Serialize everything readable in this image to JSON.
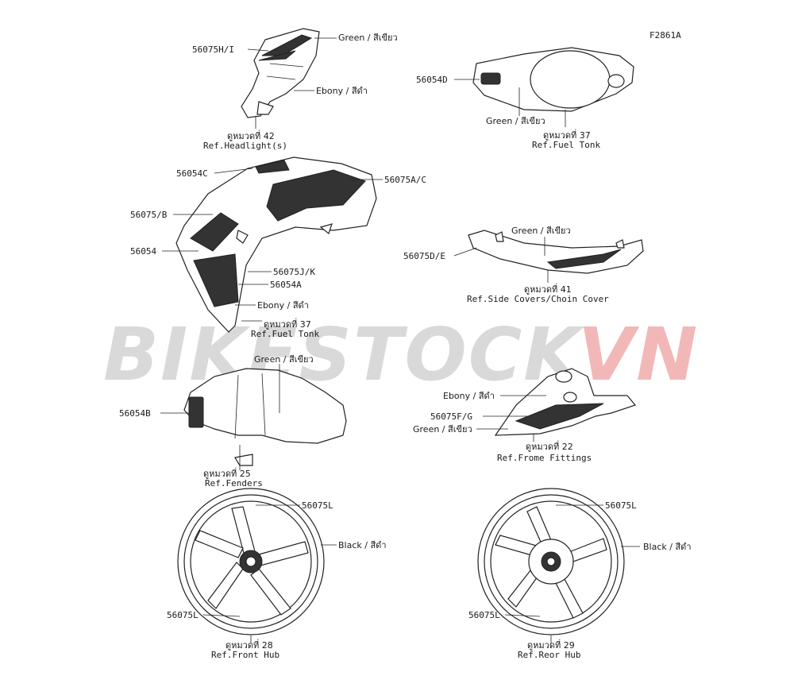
{
  "figure_code": "F2861A",
  "watermark": {
    "part1": "BIKESTOCK",
    "part2": "VN",
    "color1": "#d9d9d9",
    "color2": "#f2b8b8"
  },
  "groups": [
    {
      "id": "headlight",
      "parts": [
        "56075H/I"
      ],
      "colors": [
        "Green / สีเขียว",
        "Ebony / สีดำ"
      ],
      "ref_th": "ดูหมวดที่ 42",
      "ref_en": "Ref.Headlight(s)"
    },
    {
      "id": "fuel-tank-top",
      "parts": [
        "56054D"
      ],
      "colors": [
        "Green / สีเขียว"
      ],
      "ref_th": "ดูหมวดที่ 37",
      "ref_en": "Ref.Fuel Tonk"
    },
    {
      "id": "fuel-tank-side",
      "parts": [
        "56054C",
        "56075A/C",
        "56075/B",
        "56054",
        "56075J/K",
        "56054A"
      ],
      "colors": [
        "Ebony / สีดำ"
      ],
      "ref_th": "ดูหมวดที่ 37",
      "ref_en": "Ref.Fuel Tonk"
    },
    {
      "id": "side-covers",
      "parts": [
        "56075D/E"
      ],
      "colors": [
        "Green / สีเขียว"
      ],
      "ref_th": "ดูหมวดที่ 41",
      "ref_en": "Ref.Side Covers/Choin Cover"
    },
    {
      "id": "fenders",
      "parts": [
        "56054B"
      ],
      "colors": [
        "Green / สีเขียว"
      ],
      "ref_th": "ดูหมวดที่ 25",
      "ref_en": "Ref.Fenders"
    },
    {
      "id": "frame-fittings",
      "parts": [
        "56075F/G"
      ],
      "colors": [
        "Ebony / สีดำ",
        "Green / สีเขียว"
      ],
      "ref_th": "ดูหมวดที่ 22",
      "ref_en": "Ref.Frome Fittings"
    },
    {
      "id": "front-hub",
      "parts": [
        "56075L",
        "56075L"
      ],
      "colors": [
        "Black / สีดำ"
      ],
      "ref_th": "ดูหมวดที่ 28",
      "ref_en": "Ref.Front Hub"
    },
    {
      "id": "rear-hub",
      "parts": [
        "56075L",
        "56075L"
      ],
      "colors": [
        "Black / สีดำ"
      ],
      "ref_th": "ดูหมวดที่ 29",
      "ref_en": "Ref.Reor Hub"
    }
  ]
}
